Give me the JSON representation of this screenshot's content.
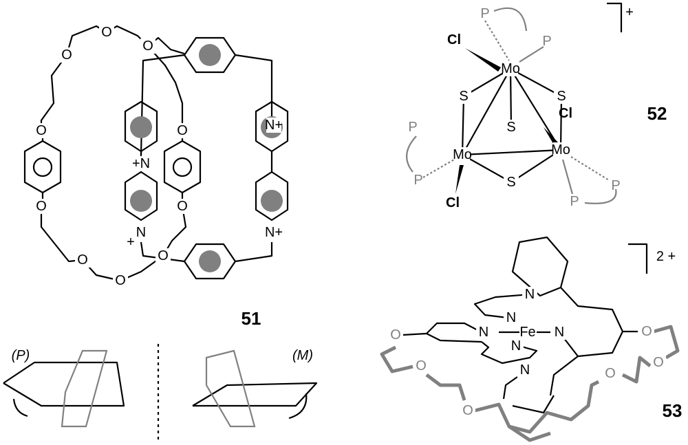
{
  "compound_51": {
    "label": "51",
    "oxygen": "O",
    "pyridinium_n": [
      "+N",
      "N+",
      "N",
      "N+"
    ],
    "plus": "+"
  },
  "compound_52": {
    "label": "52",
    "charge": "+",
    "metal": "Mo",
    "sulfur": "S",
    "chlorine": "Cl",
    "phosphorus": "P"
  },
  "compound_53": {
    "label": "53",
    "charge": "2 +",
    "metal": "Fe",
    "nitrogen": "N",
    "oxygen": "O"
  },
  "helicity": {
    "left": "(P)",
    "right": "(M)"
  }
}
